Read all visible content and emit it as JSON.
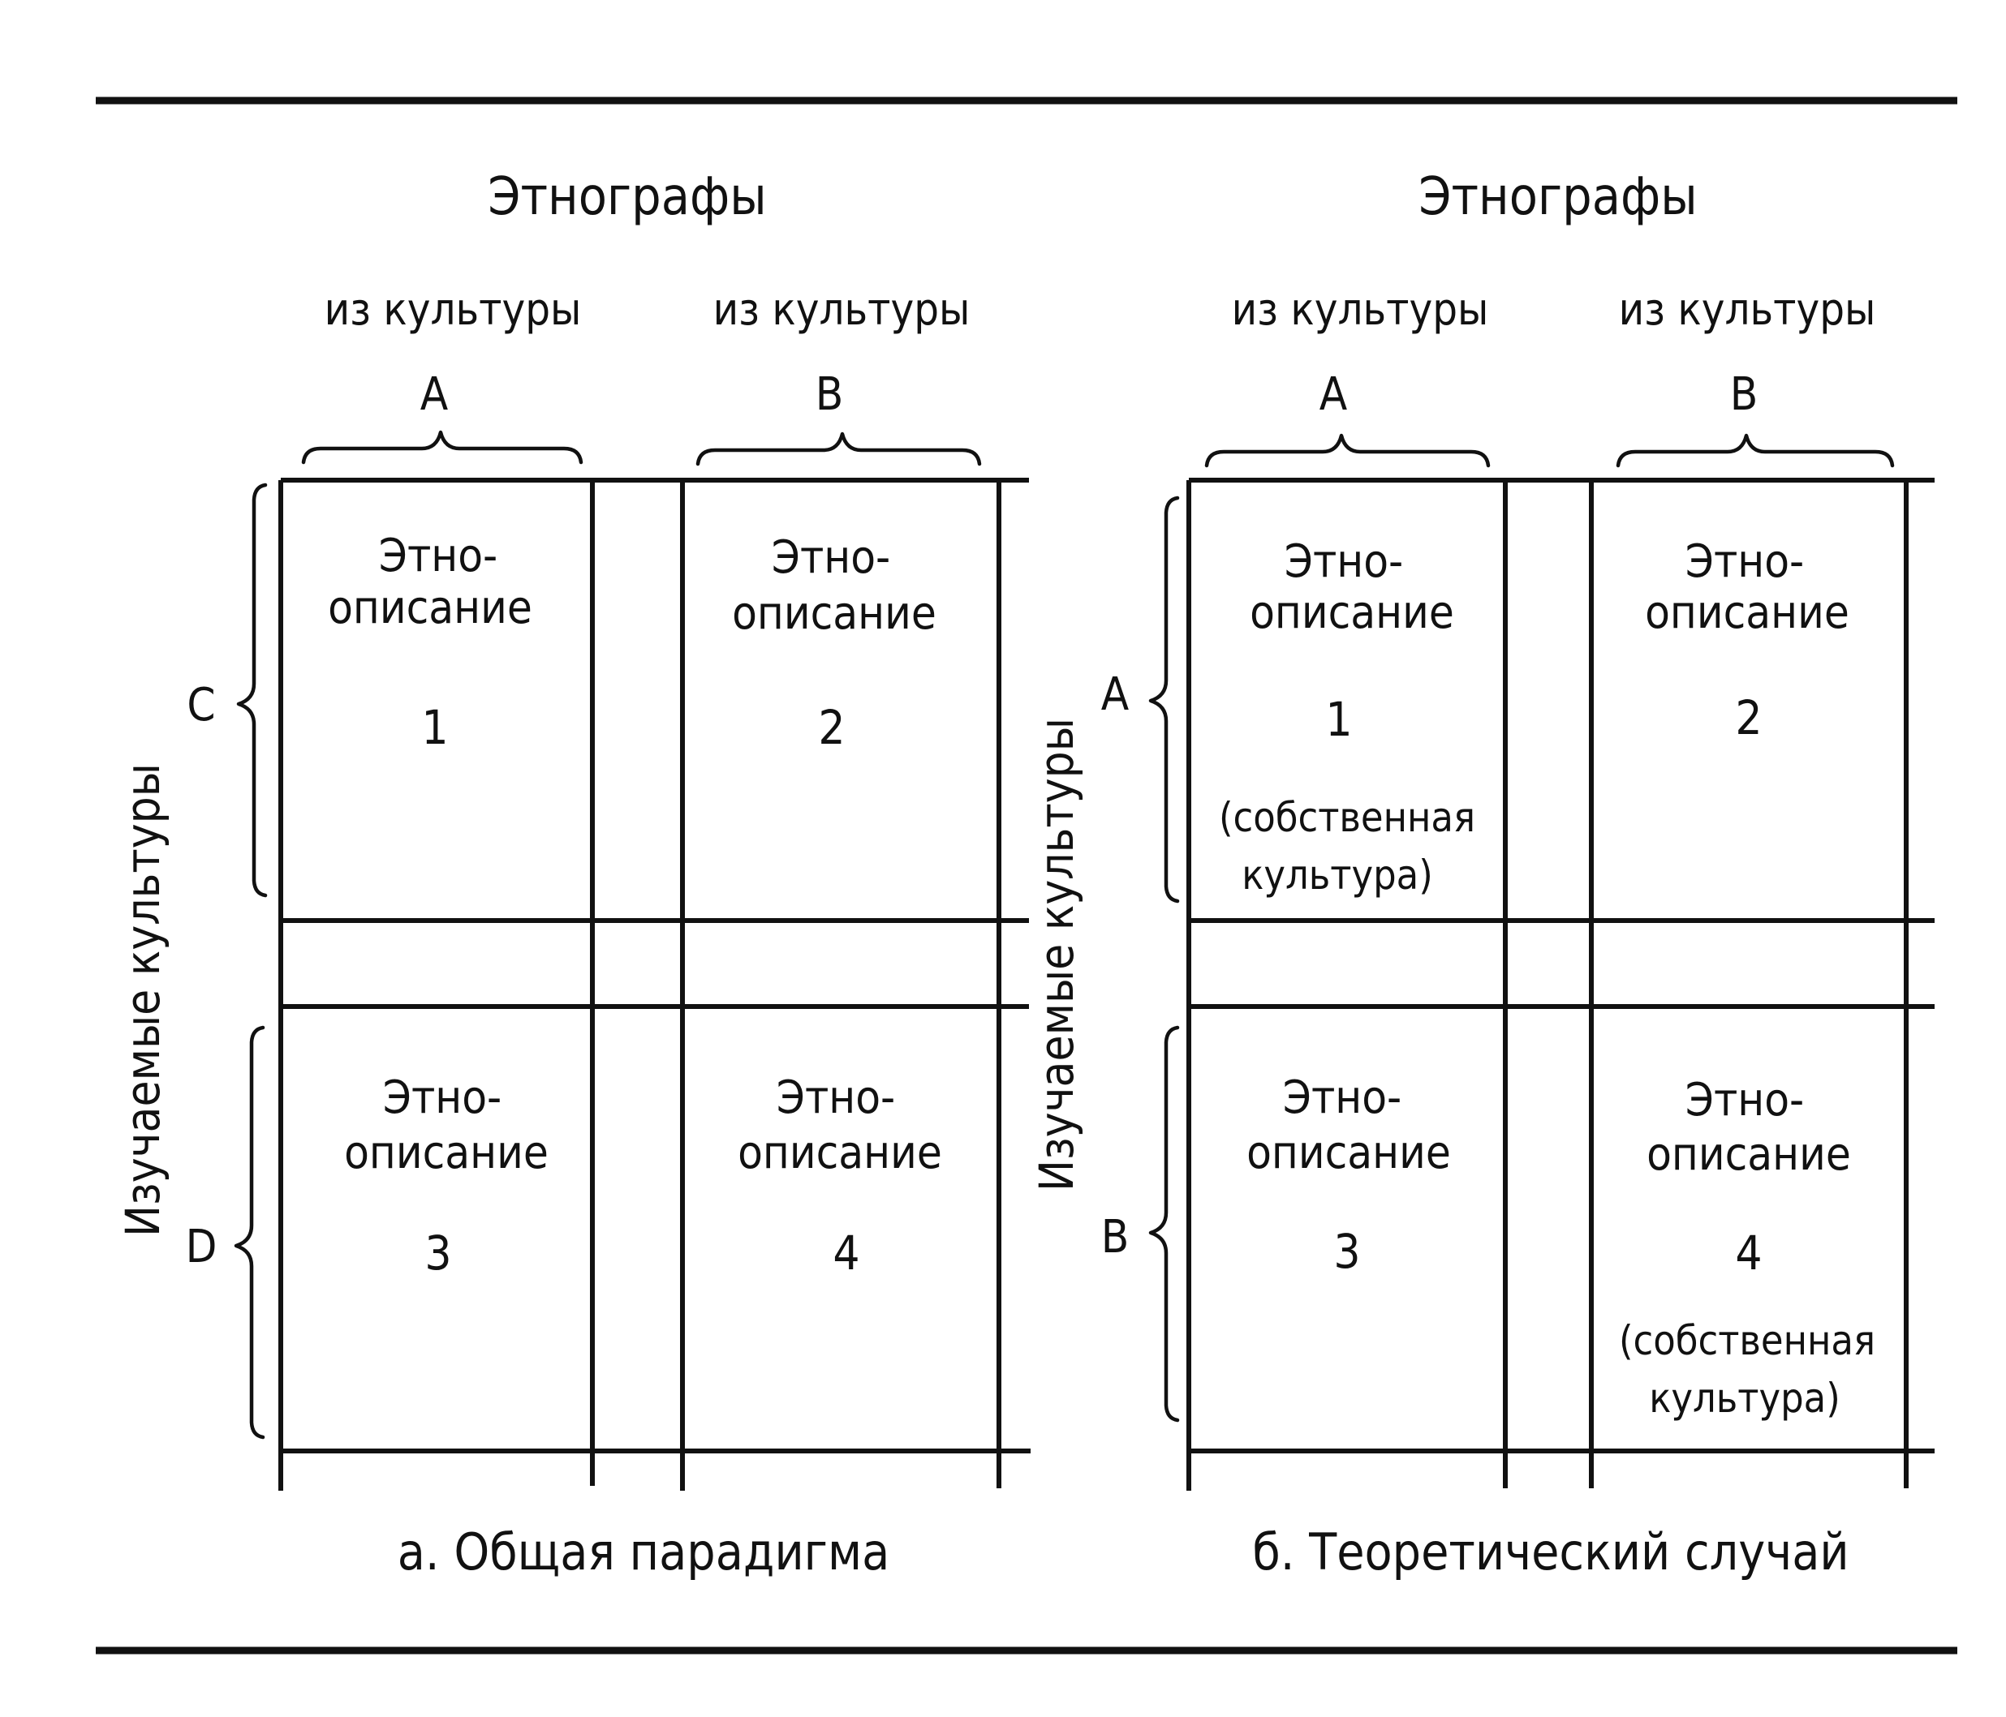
{
  "panel_a": {
    "heading": "Этнографы",
    "col_labels": [
      "из культуры",
      "из культуры"
    ],
    "col_letters": [
      "A",
      "B"
    ],
    "side_label": "Изучаемые культуры",
    "row_letters": [
      "C",
      "D"
    ],
    "cells": [
      {
        "line1": "Этно-",
        "line2": "описание",
        "number": "1",
        "note1": "",
        "note2": ""
      },
      {
        "line1": "Этно-",
        "line2": "описание",
        "number": "2",
        "note1": "",
        "note2": ""
      },
      {
        "line1": "Этно-",
        "line2": "описание",
        "number": "3",
        "note1": "",
        "note2": ""
      },
      {
        "line1": "Этно-",
        "line2": "описание",
        "number": "4",
        "note1": "",
        "note2": ""
      }
    ],
    "caption": "а. Общая парадигма"
  },
  "panel_b": {
    "heading": "Этнографы",
    "col_labels": [
      "из культуры",
      "из культуры"
    ],
    "col_letters": [
      "A",
      "B"
    ],
    "side_label": "Изучаемые культуры",
    "row_letters": [
      "A",
      "B"
    ],
    "cells": [
      {
        "line1": "Этно-",
        "line2": "описание",
        "number": "1",
        "note1": "(собственная",
        "note2": "культура)"
      },
      {
        "line1": "Этно-",
        "line2": "описание",
        "number": "2",
        "note1": "",
        "note2": ""
      },
      {
        "line1": "Этно-",
        "line2": "описание",
        "number": "3",
        "note1": "",
        "note2": ""
      },
      {
        "line1": "Этно-",
        "line2": "описание",
        "number": "4",
        "note1": "(собственная",
        "note2": "культура)"
      }
    ],
    "caption": "б. Теоретический случай"
  }
}
